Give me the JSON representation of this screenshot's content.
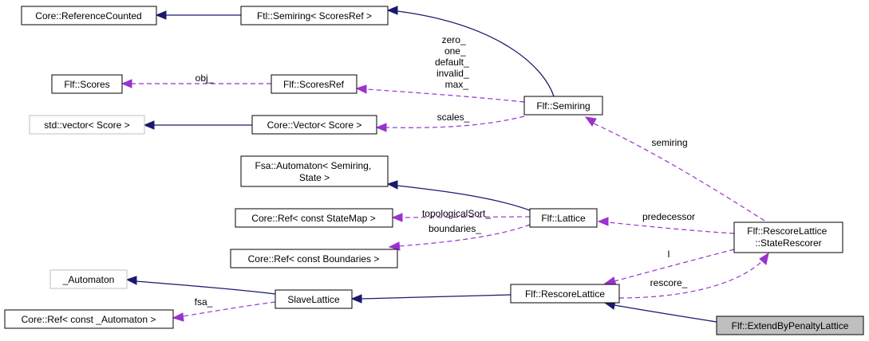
{
  "nodes": {
    "reference_counted": {
      "lines": [
        "Core::ReferenceCounted"
      ]
    },
    "ftl_semiring": {
      "lines": [
        "Ftl::Semiring< ScoresRef >"
      ]
    },
    "flf_scores": {
      "lines": [
        "Flf::Scores"
      ]
    },
    "flf_scoresref": {
      "lines": [
        "Flf::ScoresRef"
      ]
    },
    "std_vector": {
      "lines": [
        "std::vector< Score >"
      ]
    },
    "core_vector": {
      "lines": [
        "Core::Vector< Score >"
      ]
    },
    "flf_semiring": {
      "lines": [
        "Flf::Semiring"
      ]
    },
    "fsa_automaton": {
      "lines": [
        "Fsa::Automaton< Semiring,",
        "State >"
      ]
    },
    "core_ref_statemap": {
      "lines": [
        "Core::Ref< const StateMap >"
      ]
    },
    "flf_lattice": {
      "lines": [
        "Flf::Lattice"
      ]
    },
    "core_ref_boundaries": {
      "lines": [
        "Core::Ref< const Boundaries >"
      ]
    },
    "state_rescorer": {
      "lines": [
        "Flf::RescoreLattice",
        "::StateRescorer"
      ]
    },
    "automaton": {
      "lines": [
        "_Automaton"
      ]
    },
    "slave_lattice": {
      "lines": [
        "SlaveLattice"
      ]
    },
    "rescore_lattice": {
      "lines": [
        "Flf::RescoreLattice"
      ]
    },
    "core_ref_automaton": {
      "lines": [
        "Core::Ref< const _Automaton >"
      ]
    },
    "extend_by_penalty": {
      "lines": [
        "Flf::ExtendByPenaltyLattice"
      ]
    }
  },
  "edges": {
    "obj": {
      "label_lines": [
        "obj_"
      ]
    },
    "semiring_members": {
      "label_lines": [
        "zero_",
        "one_",
        "default_",
        "invalid_",
        "max_"
      ]
    },
    "scales": {
      "label_lines": [
        "scales_"
      ]
    },
    "semiring": {
      "label_lines": [
        "semiring"
      ]
    },
    "topological_sort": {
      "label_lines": [
        "topologicalSort_"
      ]
    },
    "boundaries": {
      "label_lines": [
        "boundaries_"
      ]
    },
    "predecessor": {
      "label_lines": [
        "predecessor"
      ]
    },
    "l": {
      "label_lines": [
        "l"
      ]
    },
    "rescore": {
      "label_lines": [
        "rescore_"
      ]
    },
    "fsa": {
      "label_lines": [
        "fsa_"
      ]
    }
  },
  "colors": {
    "inheritance_edge": "#191970",
    "usage_edge": "#9a32cd",
    "highlight_fill": "#bfbfbf",
    "external_border": "#bfbfbf"
  }
}
